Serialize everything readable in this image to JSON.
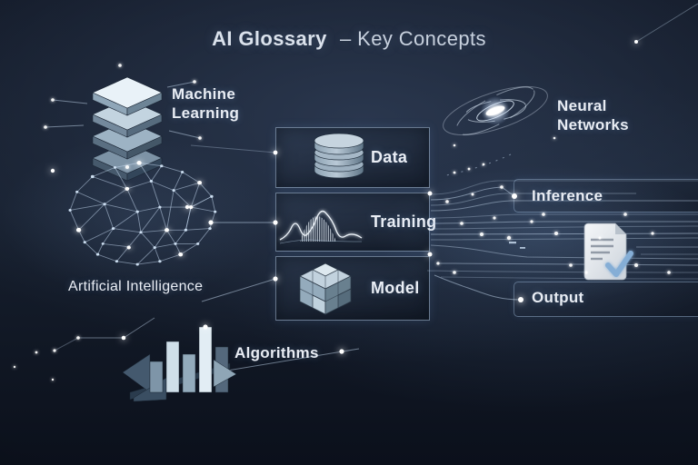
{
  "title": {
    "bold": "AI Glossary",
    "rest": "– Key Concepts"
  },
  "nodes": {
    "machine_learning": {
      "label": "Machine\nLearning",
      "icon": "stacked-layers-icon"
    },
    "neural_networks": {
      "label": "Neural\nNetworks",
      "icon": "galaxy-spiral-icon"
    },
    "artificial_intelligence": {
      "label": "Artificial Intelligence",
      "icon": "brain-network-icon"
    },
    "algorithms": {
      "label": "Algorithms",
      "icon": "bar-chart-icon"
    },
    "inference": {
      "label": "Inference"
    },
    "output": {
      "label": "Output",
      "icon": "document-check-icon"
    }
  },
  "pipeline": [
    {
      "id": "data",
      "label": "Data",
      "icon": "database-icon"
    },
    {
      "id": "training",
      "label": "Training",
      "icon": "waveform-icon"
    },
    {
      "id": "model",
      "label": "Model",
      "icon": "cube-icon"
    }
  ],
  "colors": {
    "background": "#131a28",
    "accent_glow": "#eaf4ff",
    "connector_line": "#c7dcf2",
    "box_border": "#a8bed5",
    "text": "#e8edf4",
    "checkmark": "#85aed6"
  }
}
